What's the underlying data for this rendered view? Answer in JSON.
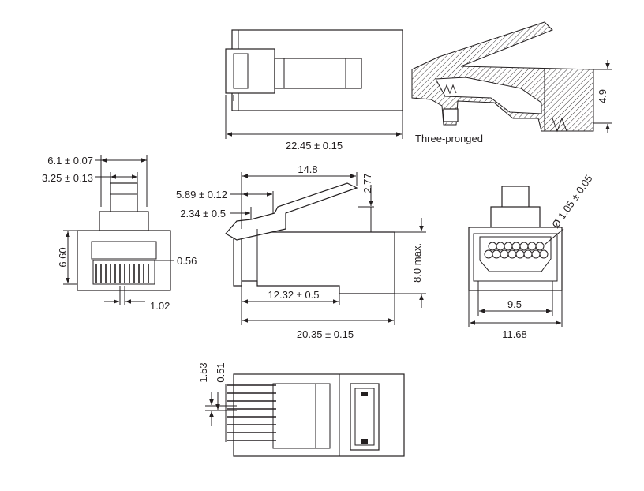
{
  "dimensions": {
    "top_length": "22.45 ± 0.15",
    "section_height": "4.9",
    "prong_note": "Three-pronged",
    "front_width": "6.1 ± 0.07",
    "front_latch_width": "3.25 ± 0.13",
    "front_height": "6.60",
    "contact_width": "0.56",
    "contact_pitch": "1.02",
    "side_latch_length": "14.8",
    "side_latch_offset": "5.89 ± 0.12",
    "side_latch_height": "2.77",
    "side_step": "2.34 ± 0.5",
    "side_max_height": "8.0 max.",
    "side_cavity_length": "12.32 ± 0.5",
    "side_length": "20.35 ± 0.15",
    "rear_hole_diameter": "Ø 1.05 ± 0.05",
    "rear_inner_width": "9.5",
    "rear_width": "11.68",
    "bottom_pitch": "1.53",
    "bottom_contact": "0.51"
  }
}
